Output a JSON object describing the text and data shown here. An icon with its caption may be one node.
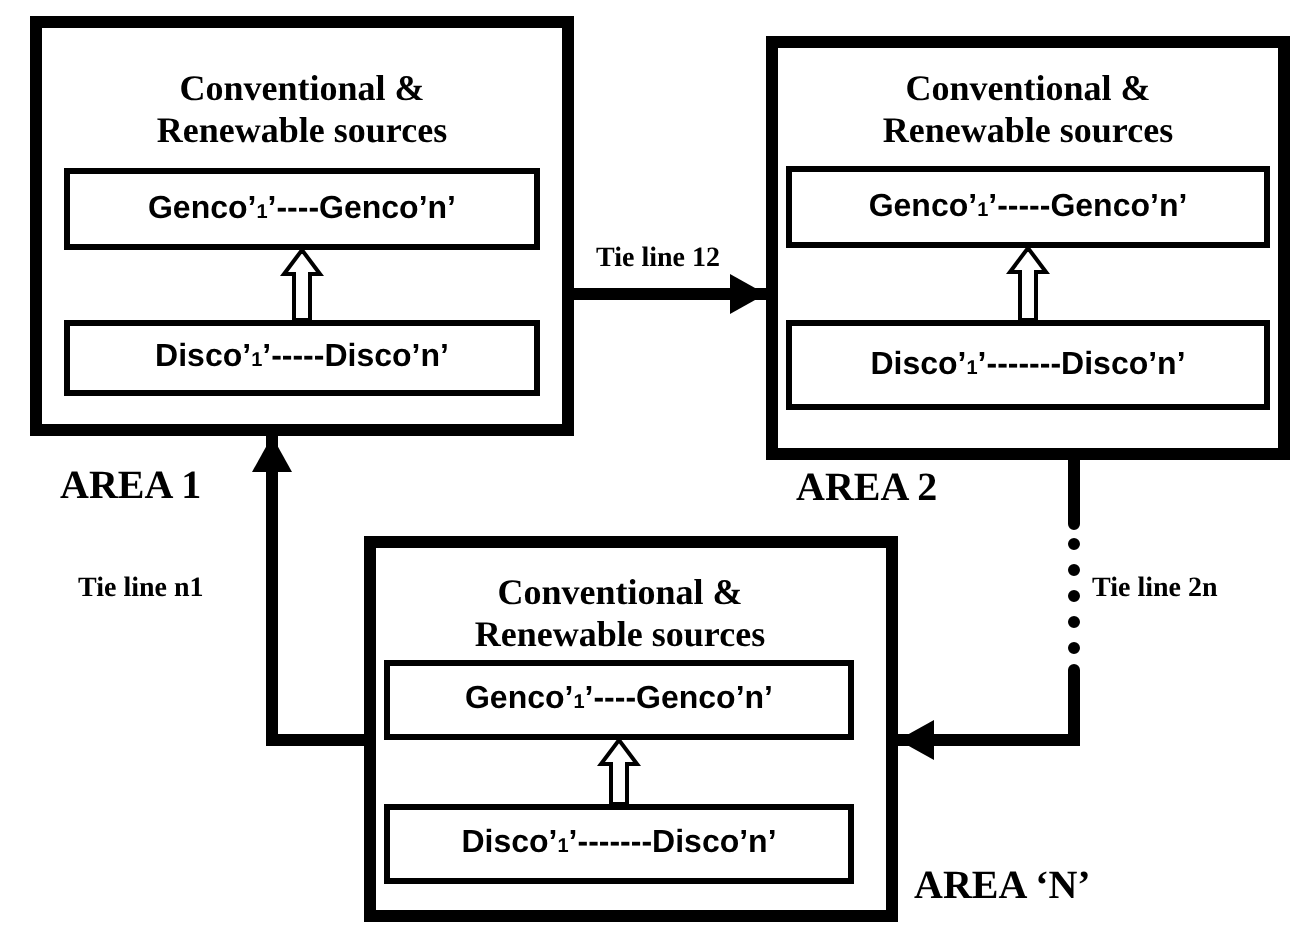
{
  "diagram": {
    "nodes": [
      {
        "text": [
          "Conventional & Renewable sources"
        ],
        "beside": [
          "AREA 1"
        ]
      },
      {
        "text": [
          "Genco’$_{1}$’----Genco’n’"
        ],
        "in": 0
      },
      {
        "text": [
          "Disco’$_{1}$’-----Disco’n’"
        ],
        "in": 0
      },
      {
        "text": [
          "Conventional & Renewable sources"
        ],
        "beside": [
          "AREA 2"
        ]
      },
      {
        "text": [
          "Genco’$_{1}$’-----Genco’n’"
        ],
        "in": 3
      },
      {
        "text": [
          "Disco’$_{1}$’-------Disco’n’"
        ],
        "in": 3
      },
      {
        "text": [
          "Conventional & Renewable sources"
        ],
        "beside": [
          "AREA ‘N’"
        ]
      },
      {
        "text": [
          "Genco’$_{1}$’----Genco’n’"
        ],
        "in": 6
      },
      {
        "text": [
          "Disco’$_{1}$’-------Disco’n’"
        ],
        "in": 6
      }
    ],
    "edges": [
      {
        "from": 2,
        "to": 1,
        "arrow": "to"
      },
      {
        "from": 5,
        "to": 4,
        "arrow": "to"
      },
      {
        "from": 8,
        "to": 7,
        "arrow": "to"
      },
      {
        "from": 0,
        "to": 3,
        "arrow": "to",
        "label": "Tie line 12"
      },
      {
        "from": 3,
        "to": 6,
        "arrow": "to",
        "label": "Tie line 2n",
        "style": "dashed"
      },
      {
        "from": 6,
        "to": 0,
        "arrow": "to",
        "label": "Tie line n1"
      }
    ]
  }
}
